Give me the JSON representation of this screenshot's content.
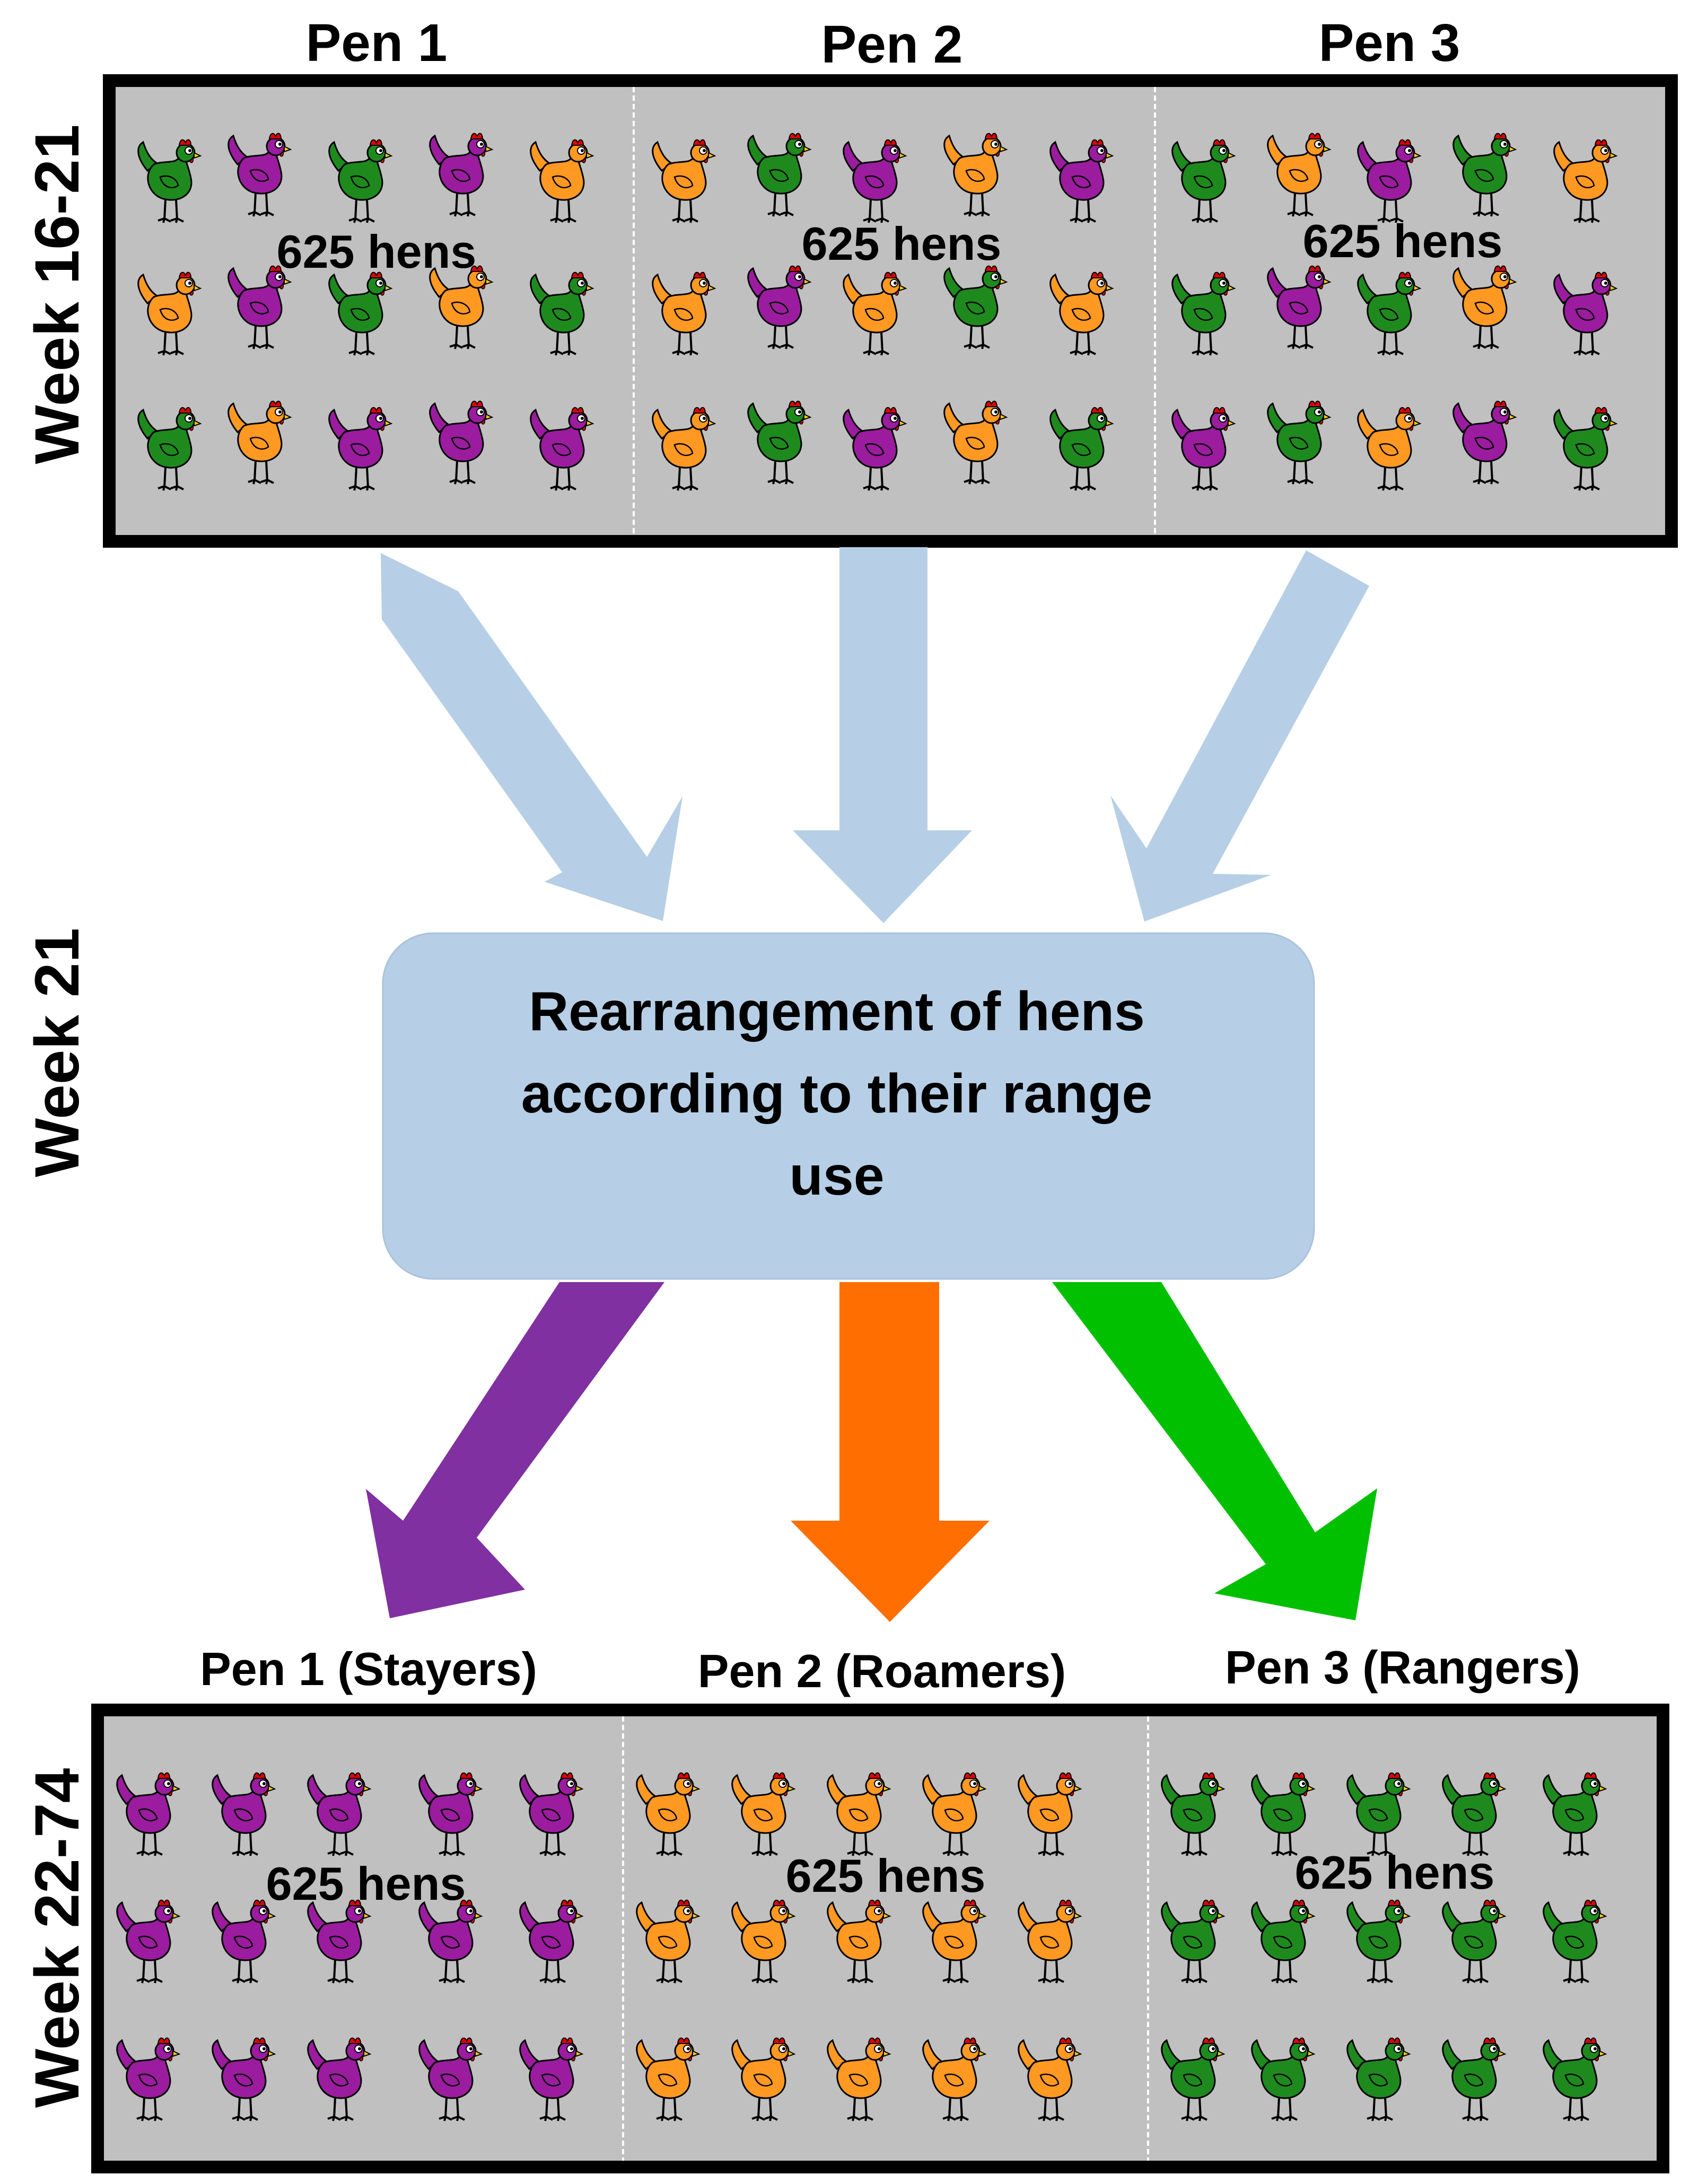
{
  "colors": {
    "purple": "#9b1c9f",
    "orange": "#ff9922",
    "green": "#1e8a1e",
    "panel_fill": "#c0c0c0",
    "box_fill": "#b6cfe6",
    "arrow_blue": "#b6cfe6",
    "arrow_purple": "#8030a0",
    "arrow_orange": "#ff6e00",
    "arrow_green": "#00c000"
  },
  "top": {
    "week_label": "Week 16-21",
    "pens": [
      {
        "name": "Pen 1",
        "count_label": "625 hens",
        "hens": [
          "green",
          "purple",
          "green",
          "purple",
          "orange",
          "orange",
          "purple",
          "green",
          "orange",
          "green",
          "green",
          "orange",
          "purple",
          "purple",
          "purple"
        ]
      },
      {
        "name": "Pen 2",
        "count_label": "625 hens",
        "hens": [
          "orange",
          "green",
          "purple",
          "orange",
          "purple",
          "orange",
          "purple",
          "orange",
          "green",
          "orange",
          "orange",
          "green",
          "purple",
          "orange",
          "green"
        ]
      },
      {
        "name": "Pen 3",
        "count_label": "625 hens",
        "hens": [
          "green",
          "orange",
          "purple",
          "green",
          "orange",
          "green",
          "purple",
          "green",
          "orange",
          "purple",
          "purple",
          "green",
          "orange",
          "purple",
          "green"
        ]
      }
    ]
  },
  "middle": {
    "week_label": "Week 21",
    "box_lines": [
      "Rearrangement of hens",
      "according to their range",
      "use"
    ]
  },
  "bottom": {
    "week_label": "Week 22-74",
    "pens": [
      {
        "name": "Pen 1 (Stayers)",
        "count_label": "625 hens",
        "hen_color": "purple"
      },
      {
        "name": "Pen 2 (Roamers)",
        "count_label": "625 hens",
        "hen_color": "orange"
      },
      {
        "name": "Pen 3 (Rangers)",
        "count_label": "625 hens",
        "hen_color": "green"
      }
    ]
  }
}
